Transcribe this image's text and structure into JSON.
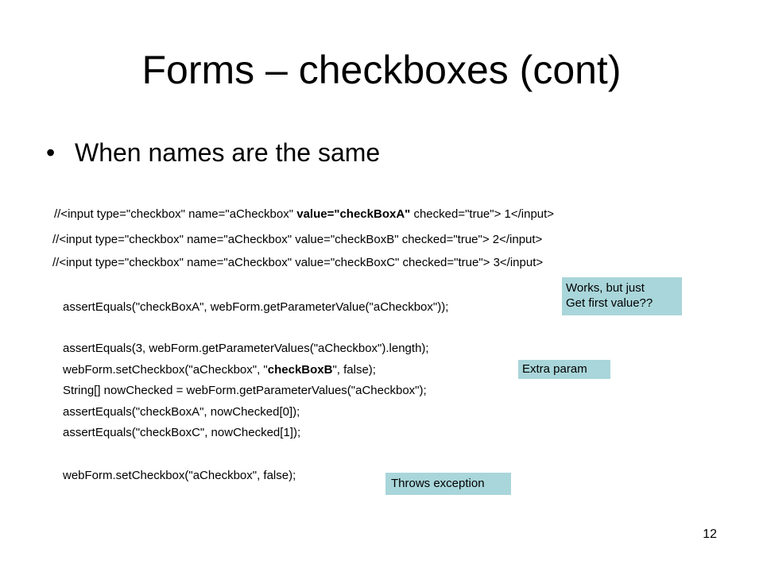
{
  "slide": {
    "title": "Forms – checkboxes (cont)",
    "bullet": "When names are the same",
    "bullet_marker": "•",
    "html_lines": [
      {
        "pre": "//<input type=\"checkbox\" name=\"aCheckbox\" ",
        "bold": "value=\"checkBoxA\"",
        "post": " checked=\"true\"> 1</input>"
      },
      {
        "text": "//<input type=\"checkbox\" name=\"aCheckbox\" value=\"checkBoxB\" checked=\"true\"> 2</input>"
      },
      {
        "text": "//<input type=\"checkbox\" name=\"aCheckbox\" value=\"checkBoxC\" checked=\"true\"> 3</input>"
      }
    ],
    "code_lines": [
      {
        "text": "assertEquals(\"checkBoxA\", webForm.getParameterValue(\"aCheckbox\"));"
      },
      {
        "text": "assertEquals(3, webForm.getParameterValues(\"aCheckbox\").length);"
      },
      {
        "pre": "webForm.setCheckbox(\"aCheckbox\", \"",
        "bold": "checkBoxB",
        "post": "\", false);"
      },
      {
        "text": "String[] nowChecked = webForm.getParameterValues(\"aCheckbox\");"
      },
      {
        "text": "assertEquals(\"checkBoxA\", nowChecked[0]);"
      },
      {
        "text": "assertEquals(\"checkBoxC\", nowChecked[1]);"
      },
      {
        "text": "webForm.setCheckbox(\"aCheckbox\", false);"
      }
    ],
    "notes": {
      "works": {
        "line1": "Works, but just",
        "line2": "Get first value??"
      },
      "extra": "Extra param",
      "throws": "Throws exception"
    },
    "page_number": "12",
    "colors": {
      "note_background": "#a9d6da",
      "text": "#000000",
      "background": "#ffffff"
    }
  }
}
